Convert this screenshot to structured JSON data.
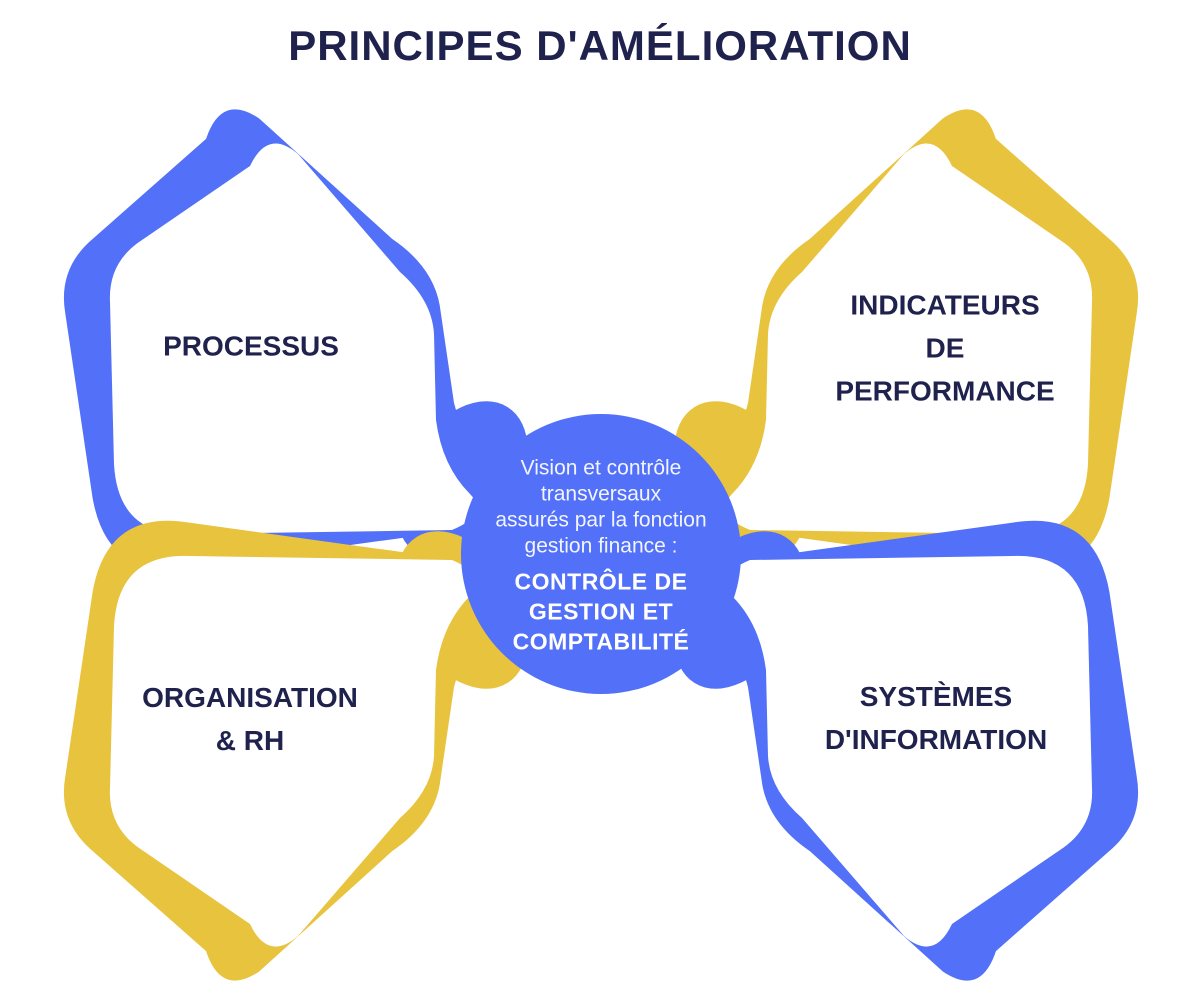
{
  "title": "PRINCIPES D'AMÉLIORATION",
  "colors": {
    "blue": "#5270f8",
    "yellow": "#e7c33e",
    "navy": "#20224e",
    "white": "#ffffff"
  },
  "quadrants": {
    "top_left": {
      "label": "PROCESSUS",
      "shadow_color": "#5270f8",
      "position": "top-left"
    },
    "top_right": {
      "label": "INDICATEURS\nDE\nPERFORMANCE",
      "shadow_color": "#e7c33e",
      "position": "top-right"
    },
    "bottom_left": {
      "label": "ORGANISATION\n& RH",
      "shadow_color": "#e7c33e",
      "position": "bottom-left"
    },
    "bottom_right": {
      "label": "SYSTÈMES\nD'INFORMATION",
      "shadow_color": "#5270f8",
      "position": "bottom-right"
    }
  },
  "center_circle": {
    "intro": "Vision et contrôle\ntransversaux\nassurés par la fonction\ngestion finance :",
    "emphasis": "CONTRÔLE DE\nGESTION ET\nCOMPTABILITÉ"
  }
}
